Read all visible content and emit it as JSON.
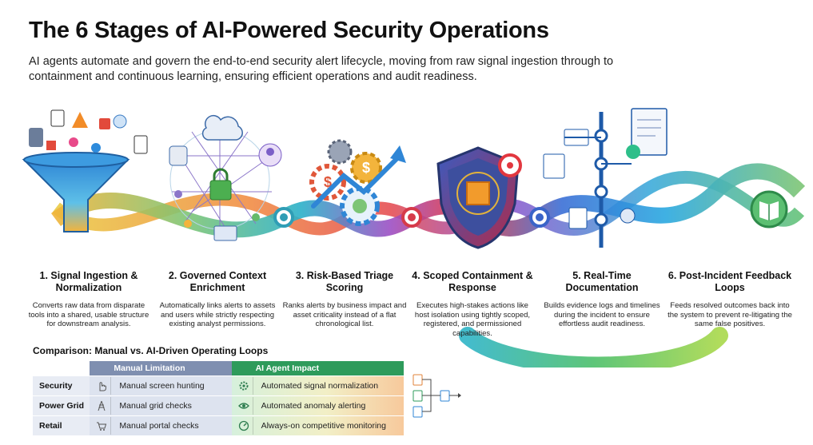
{
  "header": {
    "title": "The 6 Stages of AI-Powered Security Operations",
    "subtitle": "AI agents automate and govern the end-to-end security alert lifecycle, moving from raw signal ingestion through to containment and continuous learning, ensuring efficient operations and audit readiness."
  },
  "stages": [
    {
      "title": "1. Signal Ingestion & Normalization",
      "desc": "Converts raw data from disparate tools into a shared, usable structure for downstream analysis.",
      "icon": "funnel-icon"
    },
    {
      "title": "2. Governed Context Enrichment",
      "desc": "Automatically links alerts to assets and users while strictly respecting existing analyst permissions.",
      "icon": "network-lock-icon"
    },
    {
      "title": "3. Risk-Based Triage Scoring",
      "desc": "Ranks alerts by business impact and asset criticality instead of a flat chronological list.",
      "icon": "gears-growth-icon"
    },
    {
      "title": "4. Scoped Containment & Response",
      "desc": "Executes high-stakes actions like host isolation using tightly scoped, registered, and permissioned capabilities.",
      "icon": "shield-target-icon"
    },
    {
      "title": "5. Real-Time Documentation",
      "desc": "Builds evidence logs and timelines during the incident to ensure effortless audit readiness.",
      "icon": "timeline-docs-icon"
    },
    {
      "title": "6. Post-Incident Feedback Loops",
      "desc": "Feeds resolved outcomes back into the system to prevent re-litigating the same false positives.",
      "icon": "book-icon"
    }
  ],
  "comparison": {
    "heading": "Comparison: Manual vs. AI-Driven Operating Loops",
    "col_manual": "Manual Limitation",
    "col_ai": "AI Agent Impact",
    "rows": [
      {
        "label": "Security",
        "manual": "Manual screen hunting",
        "manual_icon": "hand-pointer-icon",
        "ai": "Automated signal normalization",
        "ai_icon": "gear-icon"
      },
      {
        "label": "Power Grid",
        "manual": "Manual grid checks",
        "manual_icon": "power-tower-icon",
        "ai": "Automated anomaly alerting",
        "ai_icon": "eye-icon"
      },
      {
        "label": "Retail",
        "manual": "Manual portal checks",
        "manual_icon": "cart-icon",
        "ai": "Always-on competitive monitoring",
        "ai_icon": "gauge-icon"
      }
    ]
  },
  "colors": {
    "ai_green": "#2e9b5b",
    "manual_blue": "#7f8fb0",
    "ribbon_start": "#2ea6e0",
    "ribbon_mid": "#e8433a",
    "ribbon_end": "#66bb6a"
  }
}
